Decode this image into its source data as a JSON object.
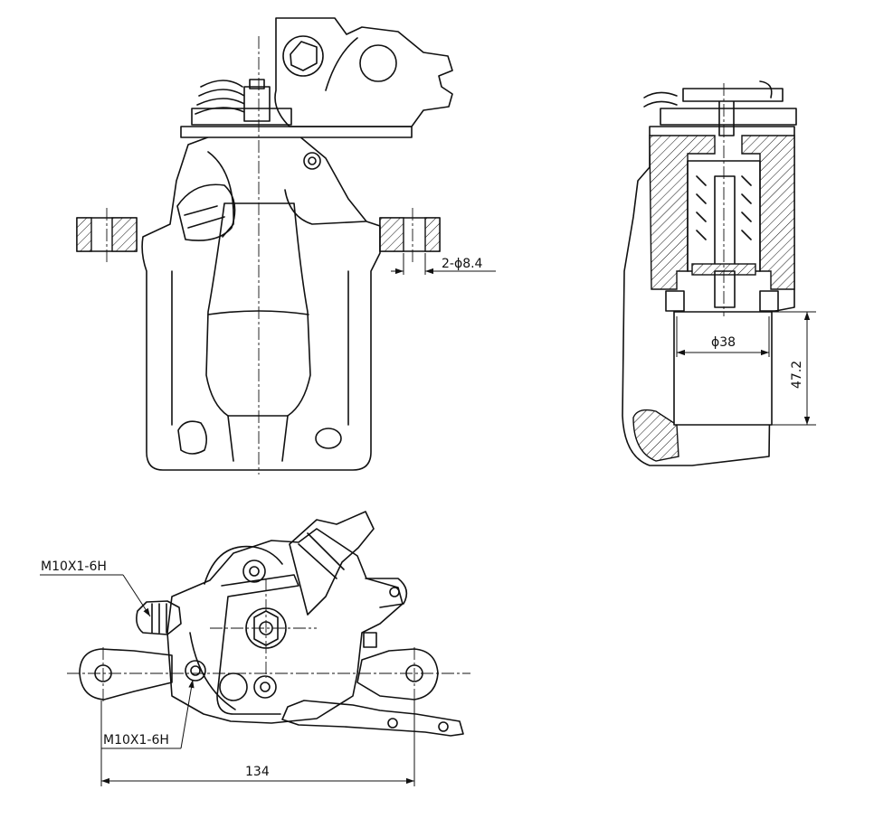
{
  "dimensions": {
    "hole_spec": "2-ϕ8.4",
    "bore_diameter": "ϕ38",
    "bore_height": "47.2",
    "overall_width": "134"
  },
  "threads": {
    "upper": "M10X1-6H",
    "lower": "M10X1-6H"
  }
}
